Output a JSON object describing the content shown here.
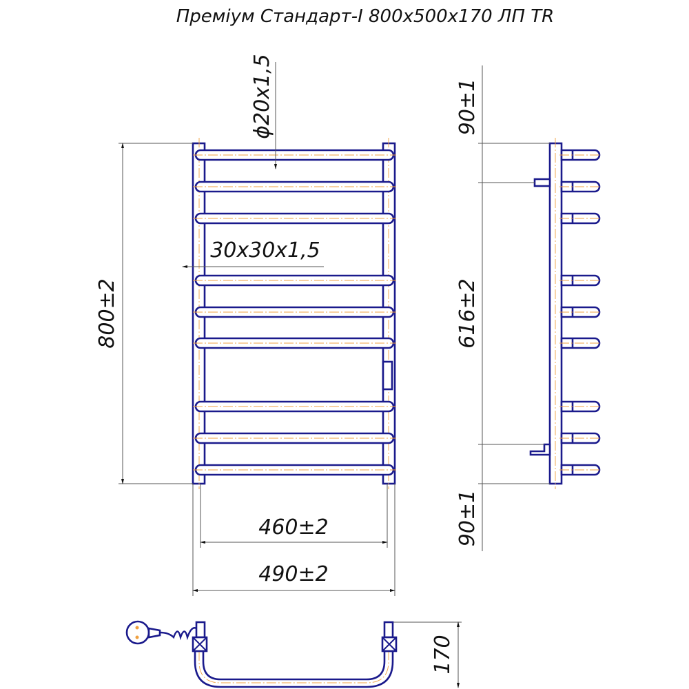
{
  "title": "Преміум Стандарт-І 800x500x170 ЛП TR",
  "dimensions": {
    "pipe": "ϕ20x1,5",
    "profile": "30x30x1,5",
    "height": "800±2",
    "axis_spacing": "616±2",
    "top_offset": "90±1",
    "bottom_offset": "90±1",
    "inner_width": "460±2",
    "outer_width": "490±2",
    "depth": "170"
  },
  "colors": {
    "line": "#1a1a8c",
    "axis": "#f0a040",
    "dim": "#555555"
  }
}
